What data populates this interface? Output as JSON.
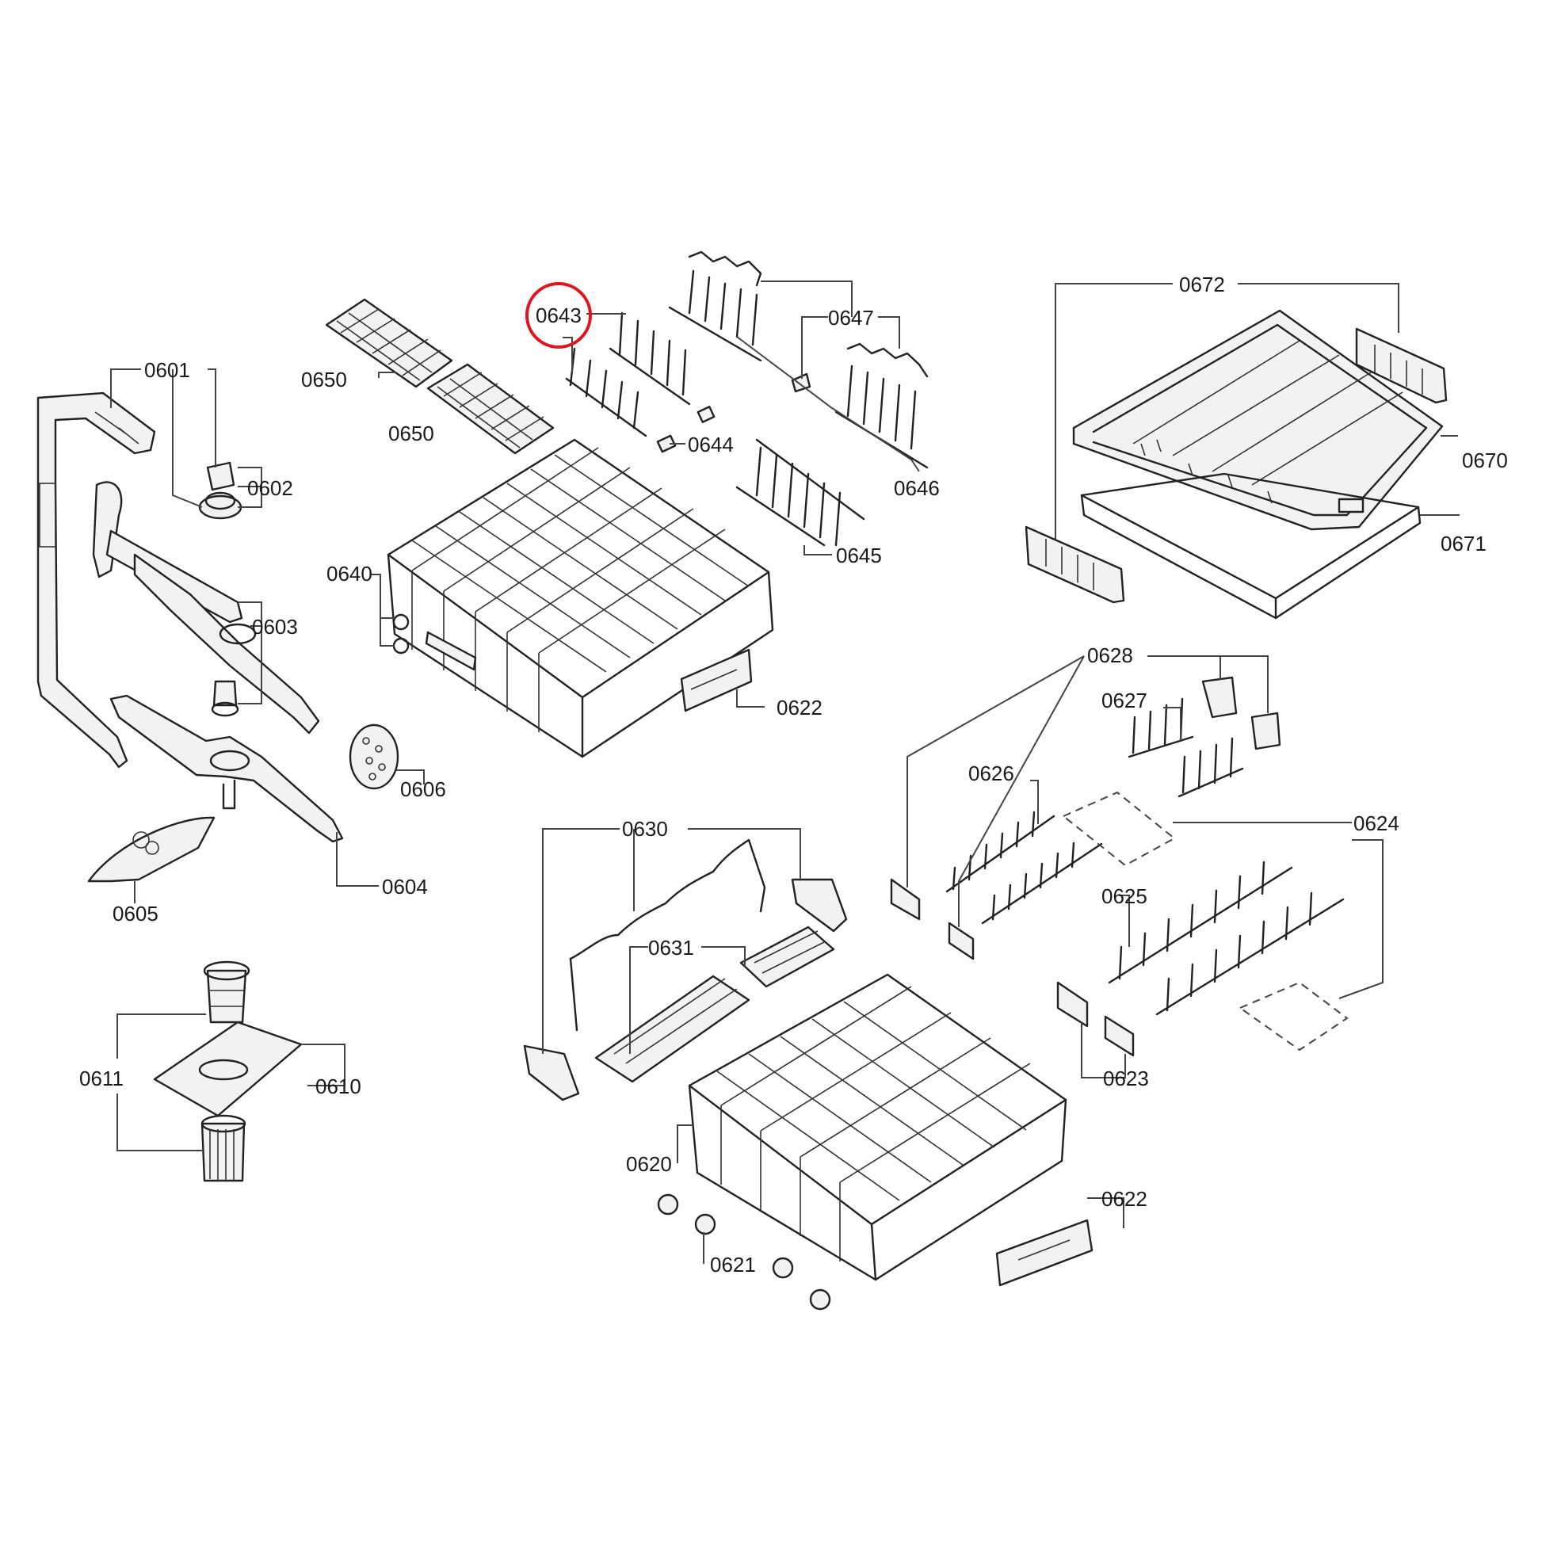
{
  "highlight_color": "#e0141e",
  "labels": {
    "l0601": "0601",
    "l0602": "0602",
    "l0603": "0603",
    "l0604": "0604",
    "l0605": "0605",
    "l0606": "0606",
    "l0610": "0610",
    "l0611": "0611",
    "l0620": "0620",
    "l0621": "0621",
    "l0622a": "0622",
    "l0622b": "0622",
    "l0623": "0623",
    "l0624": "0624",
    "l0625": "0625",
    "l0626": "0626",
    "l0627": "0627",
    "l0628": "0628",
    "l0630": "0630",
    "l0631": "0631",
    "l0640": "0640",
    "l0643": "0643",
    "l0644": "0644",
    "l0645": "0645",
    "l0646": "0646",
    "l0647": "0647",
    "l0650a": "0650",
    "l0650b": "0650",
    "l0670": "0670",
    "l0671": "0671",
    "l0672": "0672"
  }
}
